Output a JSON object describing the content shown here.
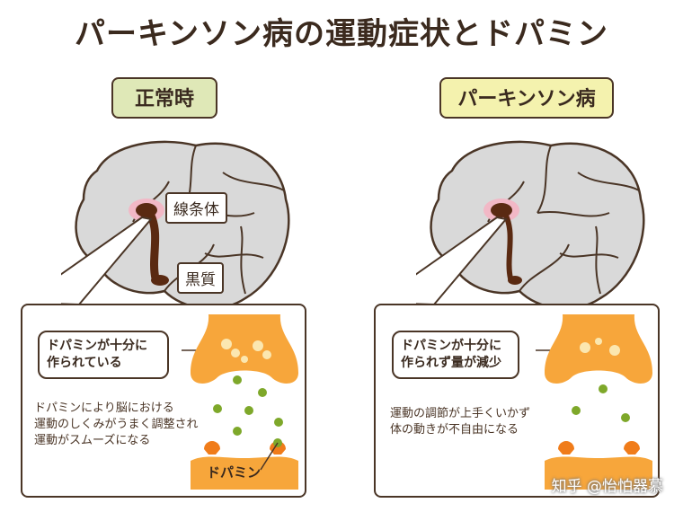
{
  "title": "パーキンソン病の運動症状とドパミン",
  "left": {
    "header": "正常時",
    "label_striatum": "線条体",
    "label_substantia": "黒質",
    "bubble_lines": [
      "ドパミンが十分に",
      "作られている"
    ],
    "desc_lines": [
      "ドパミンにより脳における",
      "運動のしくみがうまく調整され",
      "運動がスムーズになる"
    ],
    "dopamine_label": "ドパミン"
  },
  "right": {
    "header": "パーキンソン病",
    "bubble_lines": [
      "ドパミンが十分に",
      "作られず量が減少"
    ],
    "desc_lines": [
      "運動の調節が上手くいかず",
      "体の動きが不自由になる"
    ]
  },
  "watermark": "知乎 @怡怕器慕",
  "colors": {
    "brain_fill": "#d9d9d9",
    "outline": "#4a3526",
    "synapse": "#f7a63b",
    "synapse_light": "#fbd48c",
    "dopamine": "#7ea82a",
    "receptor": "#f07c1a",
    "striatum_glow": "#f2b8c6"
  }
}
